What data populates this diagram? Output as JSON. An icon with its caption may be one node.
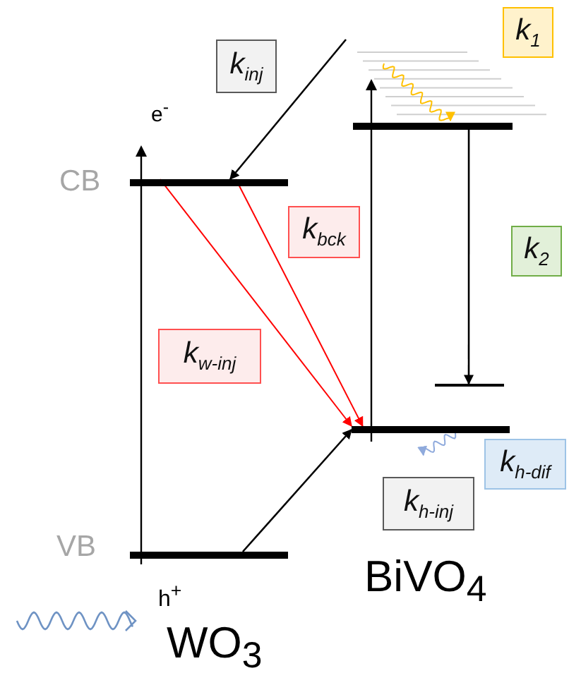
{
  "diagram": {
    "nodes": [
      {
        "text": [
          "k$_{inj}$"
        ]
      },
      {
        "text": [
          "k$_{1}$"
        ]
      },
      {
        "text": [],
        "shape": "bar"
      },
      {
        "text": [],
        "shape": "bar"
      },
      {
        "text": [
          "k$_{bck}$"
        ]
      },
      {
        "text": [
          "k$_{2}$"
        ]
      },
      {
        "text": [
          "k$_{w-inj}$"
        ]
      },
      {
        "text": [],
        "shape": "bar"
      },
      {
        "text": [],
        "shape": "bar"
      },
      {
        "text": [
          "k$_{h-dif}$"
        ]
      },
      {
        "text": [
          "k$_{h-inj}$"
        ]
      },
      {
        "text": [],
        "shape": "bar"
      }
    ],
    "edges": [
      {
        "from": null,
        "to": 3,
        "arrow": "to"
      },
      {
        "from": 3,
        "to": 8,
        "arrow": "to",
        "color": "#ff0000"
      },
      {
        "from": 3,
        "to": 8,
        "arrow": "to",
        "color": "#ff0000"
      },
      {
        "from": 11,
        "to": 8,
        "arrow": "to"
      },
      {
        "from": 2,
        "to": 7,
        "arrow": "to"
      },
      {
        "from": null,
        "to": 2,
        "arrow": "to",
        "color": "#ffc000"
      },
      {
        "from": 8,
        "to": null,
        "arrow": "to",
        "color": "#8faadc"
      }
    ],
    "labels": [
      "e$^{-}$",
      "CB",
      "VB",
      "BiVO$_{4}$",
      "h$^{+}$",
      "WO$_{3}$"
    ]
  }
}
